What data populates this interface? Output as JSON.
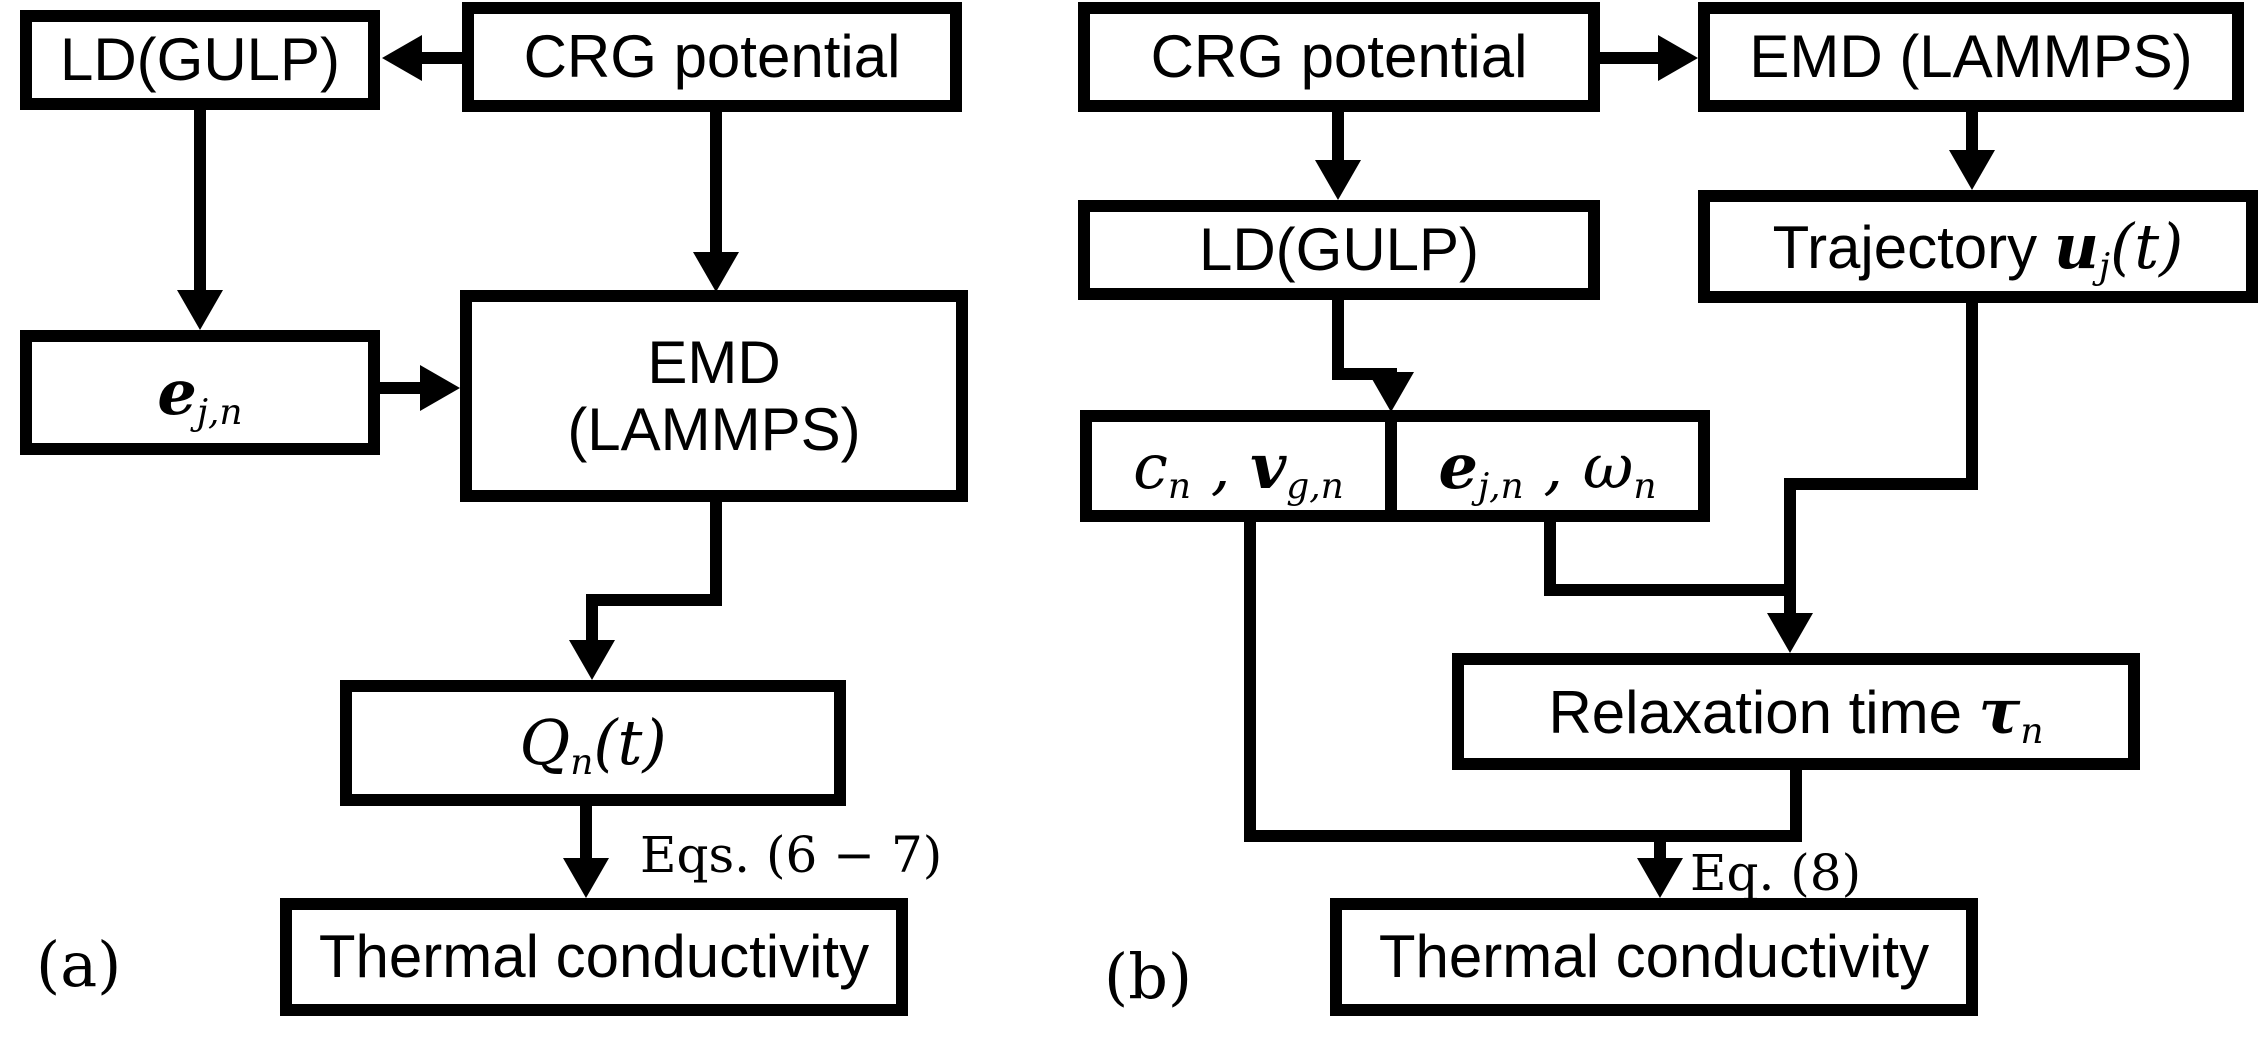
{
  "colors": {
    "ink": "#000000",
    "paper": "#ffffff"
  },
  "panel_a": {
    "label": "(a)",
    "ld_box": "LD(GULP)",
    "crg_box": "CRG potential",
    "e_box": {
      "base": "e",
      "sub": "j,n"
    },
    "emd_box": {
      "line1": "EMD",
      "line2": "(LAMMPS)"
    },
    "q_box": {
      "base": "Q",
      "sub": "n",
      "arg": "(t)"
    },
    "eq_label": "Eqs. (6 − 7)",
    "thermal_box": "Thermal conductivity"
  },
  "panel_b": {
    "label": "(b)",
    "crg_box": "CRG potential",
    "emd_box": "EMD (LAMMPS)",
    "ld_box": "LD(GULP)",
    "traj_box": {
      "prefix": "Trajectory ",
      "base": "u",
      "sub": "j",
      "arg": "(t)"
    },
    "cell_left": {
      "base1": "c",
      "sub1": "n",
      "sep": " , ",
      "base2": "v",
      "sub2": "g,n"
    },
    "cell_right": {
      "base1": "e",
      "sub1": "j,n",
      "sep": " , ",
      "base2": "ω",
      "sub2": "n"
    },
    "relax_box": {
      "prefix": "Relaxation time ",
      "base": "τ",
      "sub": "n"
    },
    "eq_label": "Eq. (8)",
    "thermal_box": "Thermal conductivity"
  }
}
